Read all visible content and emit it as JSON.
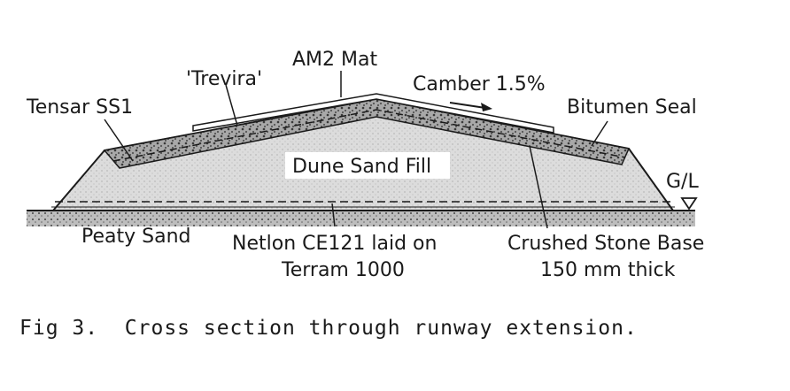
{
  "labels": {
    "am2_mat": "AM2 Mat",
    "trevira": "'Trevira'",
    "camber": "Camber 1.5%",
    "tensar": "Tensar SS1",
    "bitumen_seal": "Bitumen Seal",
    "dune_sand_fill": "Dune Sand Fill",
    "ground_level": "G/L",
    "peaty_sand": "Peaty Sand",
    "netlon_line1": "Netlon CE121 laid on",
    "netlon_line2": "Terram 1000",
    "crushed_line1": "Crushed Stone Base",
    "crushed_line2": "150 mm thick"
  },
  "caption": "Fig 3.  Cross section through runway extension.",
  "colors": {
    "ink": "#1a1a1a",
    "fill": "#d9d9d9",
    "stone": "#8a8a8a",
    "background": "#ffffff"
  }
}
